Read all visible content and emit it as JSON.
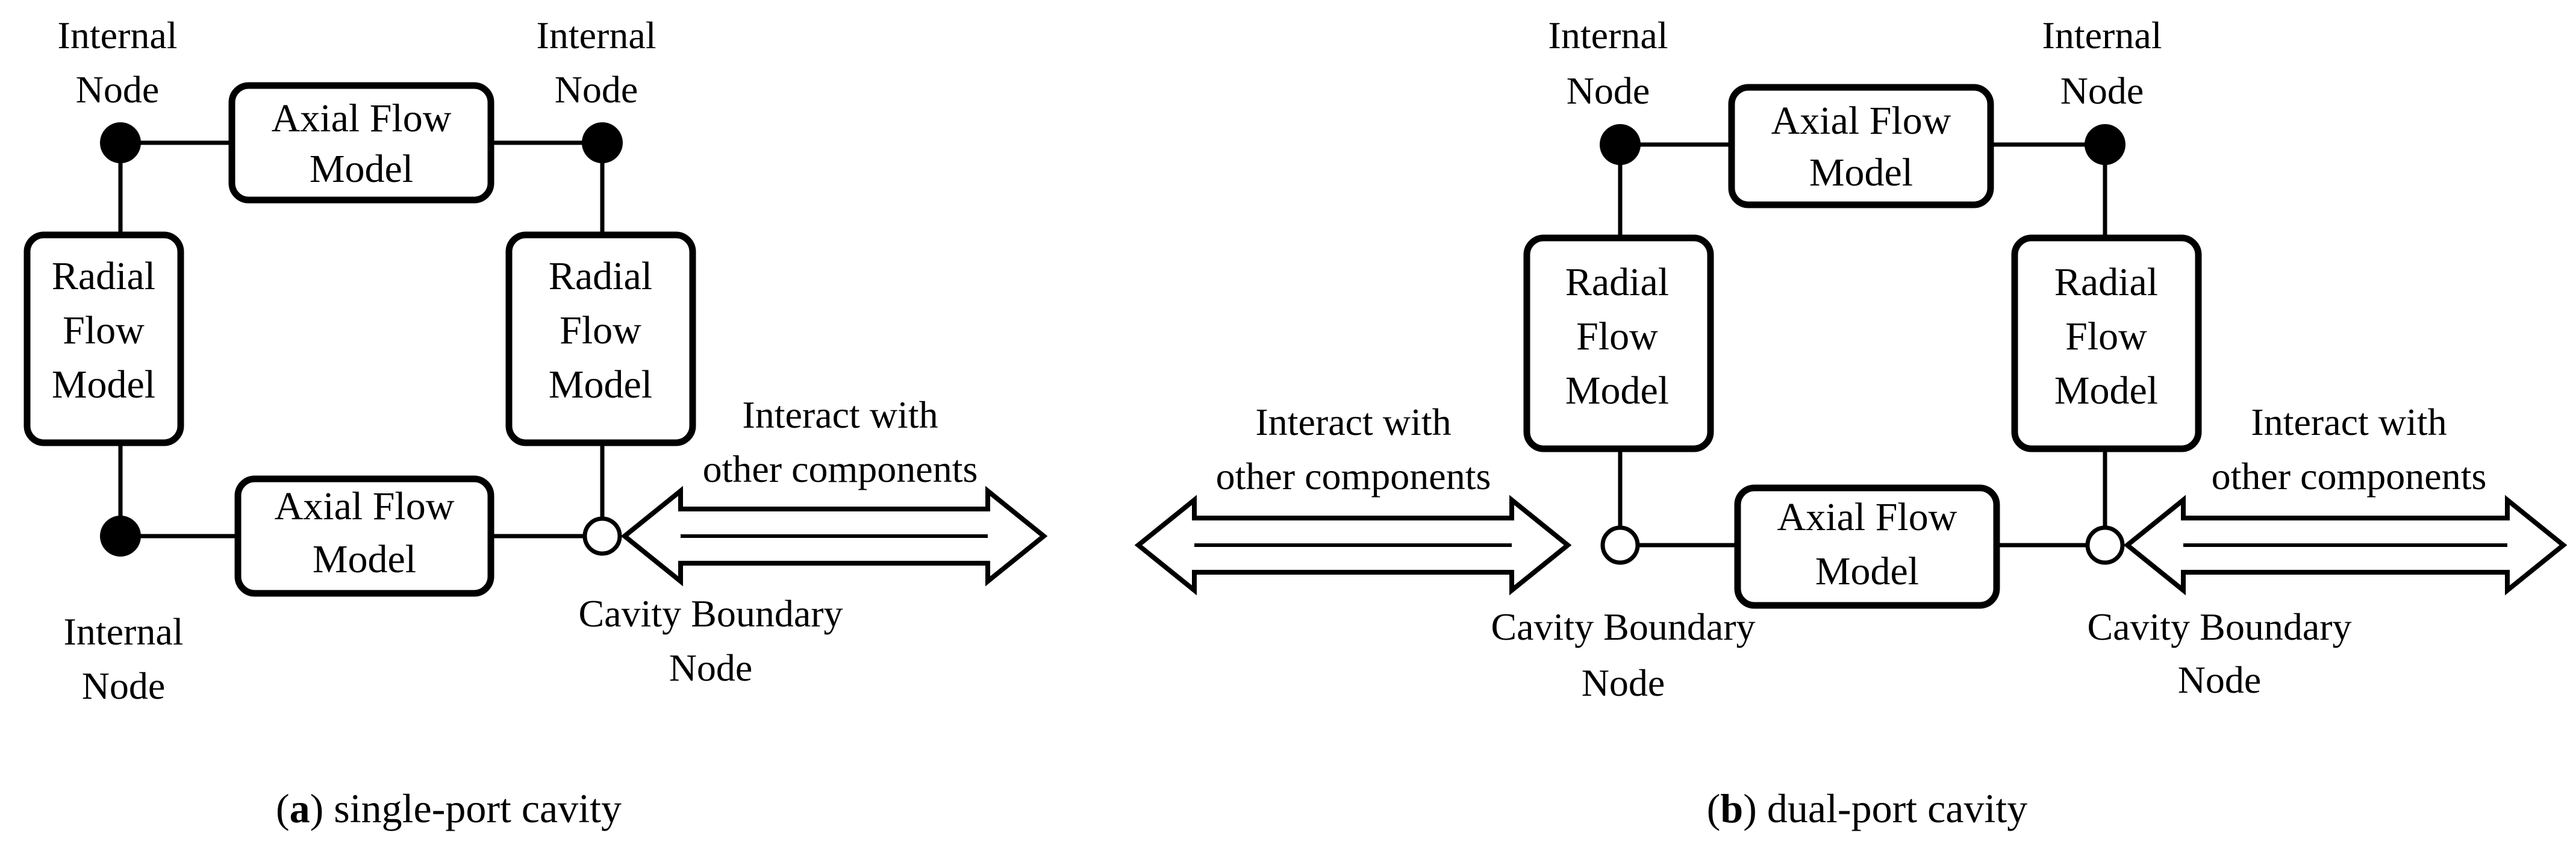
{
  "panel_a": {
    "node_top_left": [
      "Internal",
      "Node"
    ],
    "node_top_right": [
      "Internal",
      "Node"
    ],
    "node_bottom_left": [
      "Internal",
      "Node"
    ],
    "axial_top": [
      "Axial Flow",
      "Model"
    ],
    "axial_bottom": [
      "Axial Flow",
      "Model"
    ],
    "radial_left": [
      "Radial",
      "Flow",
      "Model"
    ],
    "radial_right": [
      "Radial",
      "Flow",
      "Model"
    ],
    "interact": [
      "Interact with",
      "other components"
    ],
    "boundary": [
      "Cavity Boundary",
      "Node"
    ],
    "caption_letter": "a",
    "caption_text": "single-port cavity"
  },
  "panel_b": {
    "node_top_left": [
      "Internal",
      "Node"
    ],
    "node_top_right": [
      "Internal",
      "Node"
    ],
    "axial_top": [
      "Axial Flow",
      "Model"
    ],
    "axial_bottom": [
      "Axial Flow",
      "Model"
    ],
    "radial_left": [
      "Radial",
      "Flow",
      "Model"
    ],
    "radial_right": [
      "Radial",
      "Flow",
      "Model"
    ],
    "interact_left": [
      "Interact with",
      "other components"
    ],
    "interact_right": [
      "Interact with",
      "other components"
    ],
    "boundary_left": [
      "Cavity Boundary",
      "Node"
    ],
    "boundary_right": [
      "Cavity Boundary",
      "Node"
    ],
    "caption_letter": "b",
    "caption_text": "dual-port cavity"
  }
}
